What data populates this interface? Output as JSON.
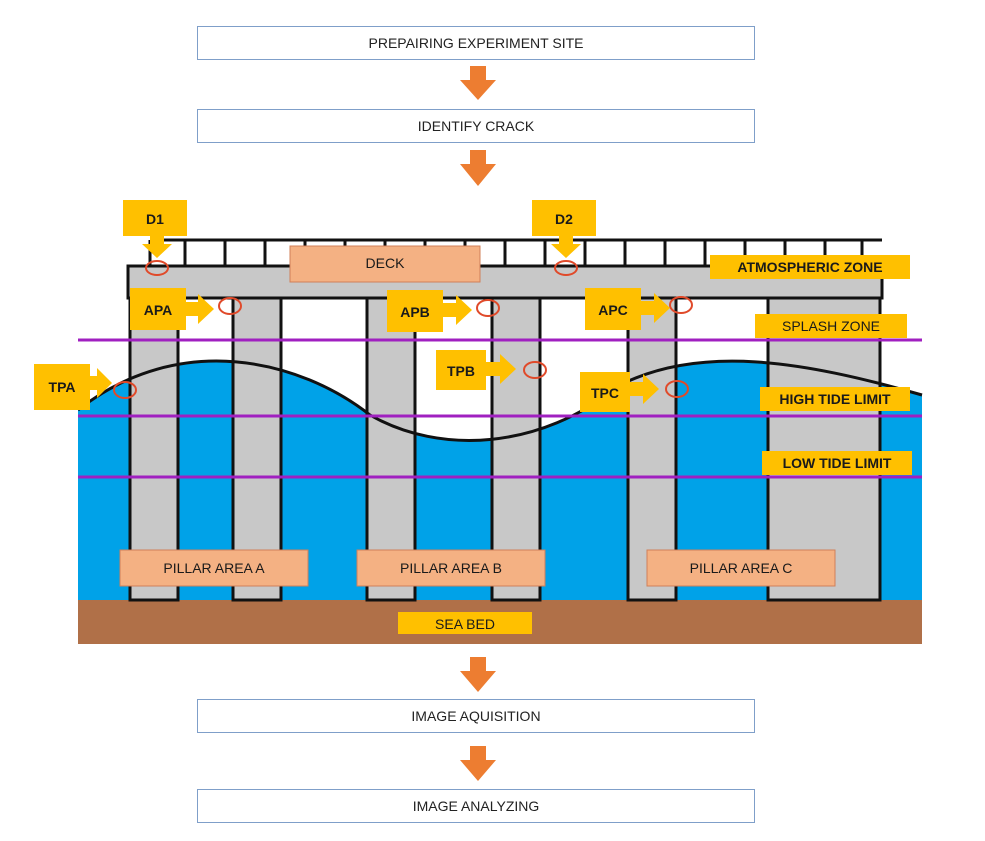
{
  "steps": {
    "step1": "PREPAIRING EXPERIMENT SITE",
    "step2": "IDENTIFY CRACK",
    "step3": "IMAGE AQUISITION",
    "step4": "IMAGE ANALYZING"
  },
  "structure": {
    "deck": "DECK",
    "pillar_a": "PILLAR AREA A",
    "pillar_b": "PILLAR AREA B",
    "pillar_c": "PILLAR AREA C",
    "sea_bed": "SEA BED"
  },
  "zones": {
    "atmospheric": "ATMOSPHERIC ZONE",
    "splash": "SPLASH ZONE",
    "high_tide": "HIGH TIDE LIMIT",
    "low_tide": "LOW TIDE LIMIT"
  },
  "points": {
    "d1": "D1",
    "d2": "D2",
    "apa": "APA",
    "apb": "APB",
    "apc": "APC",
    "tpa": "TPA",
    "tpb": "TPB",
    "tpc": "TPC"
  },
  "colors": {
    "arrow": "#ed7d31",
    "water": "#00a2e8",
    "pillar": "#c8c8c8",
    "seabed": "#b07048",
    "zone_line": "#a020c0",
    "label_box": "#ffc000",
    "pink_box": "#f4b183"
  }
}
